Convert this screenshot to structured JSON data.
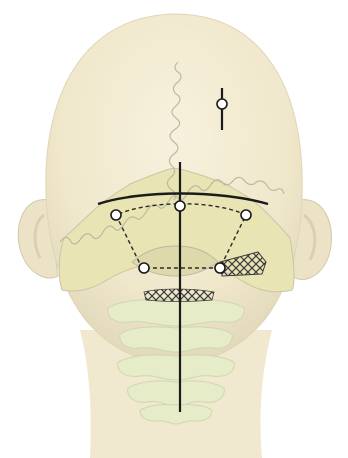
{
  "figure": {
    "background_color": "#ffffff",
    "colors": {
      "head_skin": "#f2ead1",
      "head_edge": "#d8cfb4",
      "skull_bone": "#e8e3b2",
      "skull_outline": "#c9c5a9",
      "vertebra": "#e6ebc8",
      "vertebra_shadow": "#cfd6b0",
      "incision_line": "#1b1b1b",
      "dashed_line": "#2a2a2a",
      "hatch": "#3a3a3a",
      "marker_fill": "#ffffff"
    },
    "elements": [
      "head-silhouette",
      "left-ear",
      "right-ear",
      "lambdoid-suture",
      "sagittal-suture",
      "occipital-bone",
      "foramen-magnum",
      "cervical-vertebrae",
      "midline-incision",
      "curved-incision",
      "burr-hole-markers",
      "craniotomy-outline",
      "hatched-region-right",
      "hatched-region-neck",
      "parietal-marker"
    ]
  }
}
